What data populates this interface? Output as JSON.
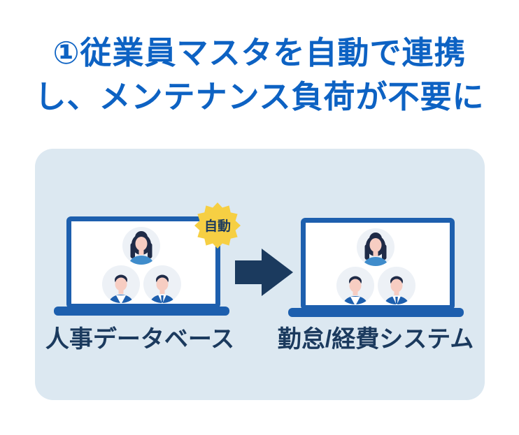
{
  "title": {
    "line1": "①従業員マスタを自動で連携",
    "line2": "し、メンテナンス負荷が不要に"
  },
  "diagram": {
    "badge_label": "自動",
    "source": {
      "label": "人事データベース"
    },
    "target": {
      "label": "勤怠/経費システム"
    }
  },
  "colors": {
    "title_blue": "#0d62c3",
    "label_navy": "#1b3a5e",
    "panel_bg": "#dce8f1",
    "laptop_blue": "#1d5fae",
    "badge_yellow": "#f6cf43",
    "arrow_navy": "#1b3a5e",
    "hair_navy": "#1f2b47",
    "skin": "#f7cdc2",
    "female_top_blue": "#3f8ccb",
    "avatar_circle": "#edf1f6"
  }
}
